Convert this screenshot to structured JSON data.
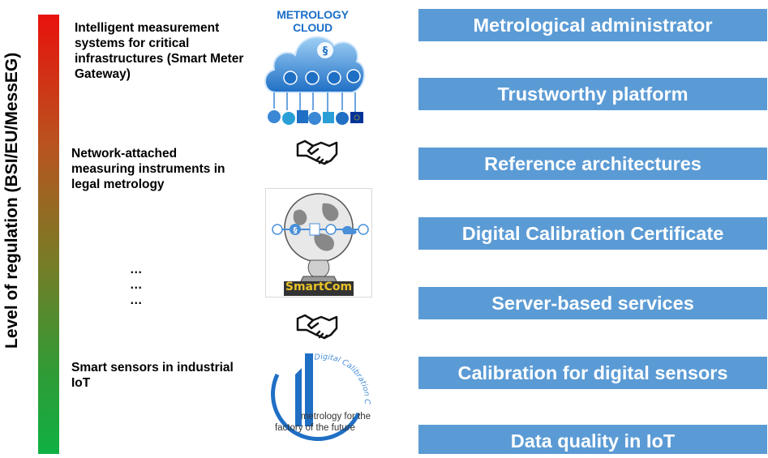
{
  "axis": {
    "label": "Level of regulation (BSI/EU/MessEG)",
    "gradient_colors": [
      "#e8120c",
      "#b8541f",
      "#7b7a26",
      "#2e9c36",
      "#10b043"
    ]
  },
  "categories": [
    {
      "text": "Intelligent measurement systems for critical infrastructures (Smart Meter Gateway)"
    },
    {
      "text": "Network-attached measuring instruments in legal metrology"
    },
    {
      "text": "…\n…\n…"
    },
    {
      "text": "Smart sensors in industrial IoT"
    }
  ],
  "images": {
    "metrology_cloud": {
      "title": "METROLOGY CLOUD",
      "section_symbol": "§"
    },
    "smartcom": {
      "label": "SmartCom",
      "section_symbol": "§"
    },
    "metrology_factory": {
      "arc_text": "Digital Calibration Confidence Data quality",
      "caption_line1": "metrology for the",
      "caption_line2": "factory of the future"
    }
  },
  "services": [
    {
      "label": "Metrological administrator"
    },
    {
      "label": "Trustworthy platform"
    },
    {
      "label": "Reference architectures"
    },
    {
      "label": "Digital Calibration Certificate"
    },
    {
      "label": "Server-based services"
    },
    {
      "label": "Calibration for digital sensors"
    },
    {
      "label": "Data quality in IoT"
    }
  ],
  "colors": {
    "service_box": "#5b9bd5",
    "cloud_blue": "#1b6fc7",
    "smartcom_gold": "#e8c22a"
  }
}
